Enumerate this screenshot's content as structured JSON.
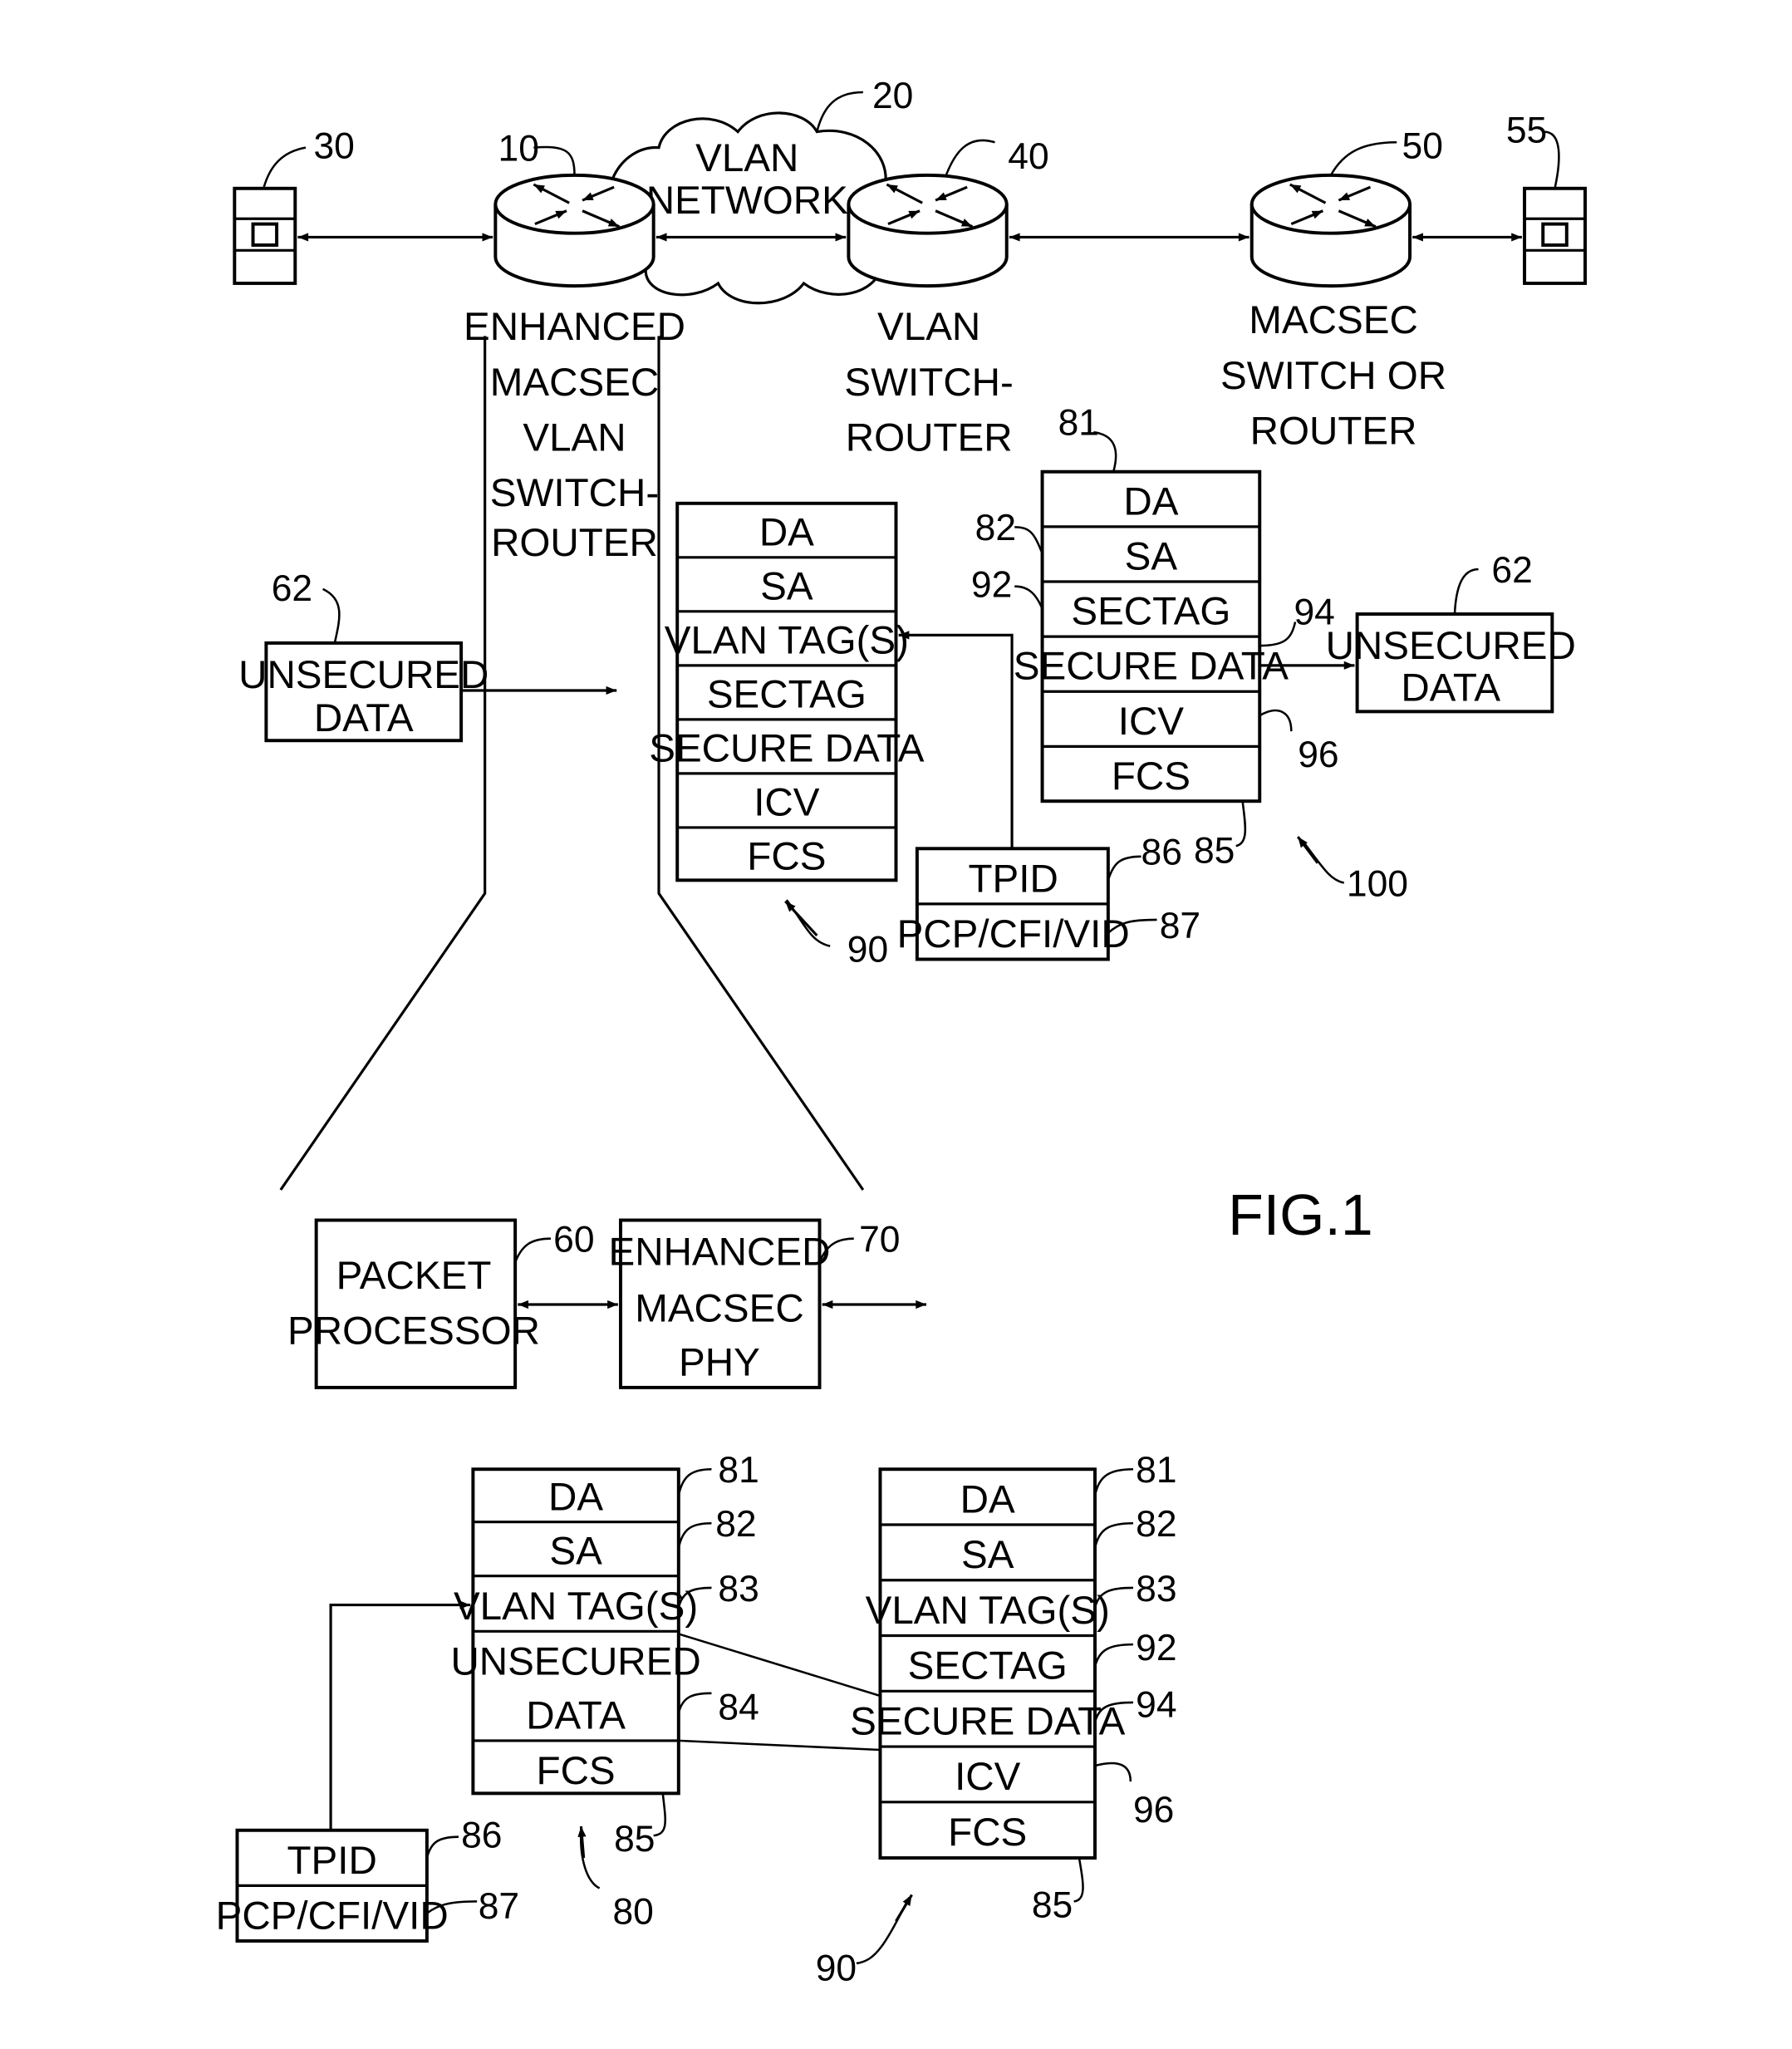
{
  "figure_label": "FIG.1",
  "network": {
    "cloud": {
      "ref": "20",
      "label": [
        "VLAN",
        "NETWORK"
      ]
    },
    "endpoint_left": {
      "ref": "30"
    },
    "endpoint_right": {
      "ref": "55"
    },
    "router_10": {
      "ref": "10",
      "label": [
        "ENHANCED",
        "MACSEC",
        "VLAN",
        "SWITCH-",
        "ROUTER"
      ]
    },
    "router_40": {
      "ref": "40",
      "label": [
        "VLAN",
        "SWITCH-",
        "ROUTER"
      ]
    },
    "router_50": {
      "ref": "50",
      "label": [
        "MACSEC",
        "SWITCH OR",
        "ROUTER"
      ]
    }
  },
  "unsecured_left": {
    "ref": "62",
    "label": [
      "UNSECURED",
      "DATA"
    ]
  },
  "unsecured_right": {
    "ref": "62",
    "label": [
      "UNSECURED",
      "DATA"
    ]
  },
  "frame_90_top": {
    "ref": "90",
    "fields": [
      "DA",
      "SA",
      "VLAN TAG(S)",
      "SECTAG",
      "SECURE DATA",
      "ICV",
      "FCS"
    ]
  },
  "frame_100": {
    "ref": "100",
    "fields": [
      "DA",
      "SA",
      "SECTAG",
      "SECURE DATA",
      "ICV",
      "FCS"
    ],
    "refs": {
      "da": "81",
      "sa": "82",
      "sectag": "92",
      "secure": "94",
      "icv": "96",
      "end": "85"
    }
  },
  "tag_top": {
    "fields": [
      "TPID",
      "PCP/CFI/VID"
    ],
    "refs": [
      "86",
      "87"
    ]
  },
  "packet_processor": {
    "ref": "60",
    "label": [
      "PACKET",
      "PROCESSOR"
    ]
  },
  "phy": {
    "ref": "70",
    "label": [
      "ENHANCED",
      "MACSEC",
      "PHY"
    ]
  },
  "frame_80": {
    "ref": "80",
    "fields": [
      "DA",
      "SA",
      "VLAN TAG(S)",
      "UNSECURED DATA",
      "FCS"
    ],
    "unsecured_lines": [
      "UNSECURED",
      "DATA"
    ],
    "refs": {
      "da": "81",
      "sa": "82",
      "vlan": "83",
      "data": "84",
      "end": "85"
    }
  },
  "frame_90_bottom": {
    "ref": "90",
    "fields": [
      "DA",
      "SA",
      "VLAN TAG(S)",
      "SECTAG",
      "SECURE DATA",
      "ICV",
      "FCS"
    ],
    "refs": {
      "da": "81",
      "sa": "82",
      "vlan": "83",
      "sectag": "92",
      "secure": "94",
      "icv": "96",
      "end": "85"
    }
  },
  "tag_bottom": {
    "fields": [
      "TPID",
      "PCP/CFI/VID"
    ],
    "refs": [
      "86",
      "87"
    ]
  }
}
